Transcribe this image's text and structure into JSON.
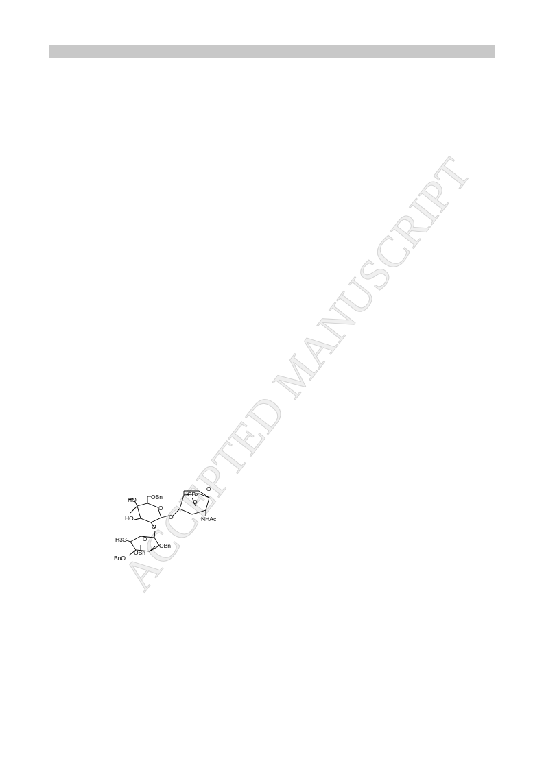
{
  "page": {
    "watermark": "ACCEPTED MANUSCRIPT"
  },
  "figure": {
    "labels": {
      "ho_top": "HO",
      "obn_c6": "OBn",
      "ring_o_gal": "O",
      "ho_mid": "HO",
      "link_o_fuc": "O",
      "glycosidic_o": "O",
      "obz": "OBz",
      "ring_o_anh": "O",
      "bridge_o": "O",
      "nhac": "NHAc",
      "h3c": "H3C",
      "ring_o_fuc": "O",
      "obn_c2": "OBn",
      "obn_c3": "OBn",
      "bno": "BnO"
    }
  }
}
